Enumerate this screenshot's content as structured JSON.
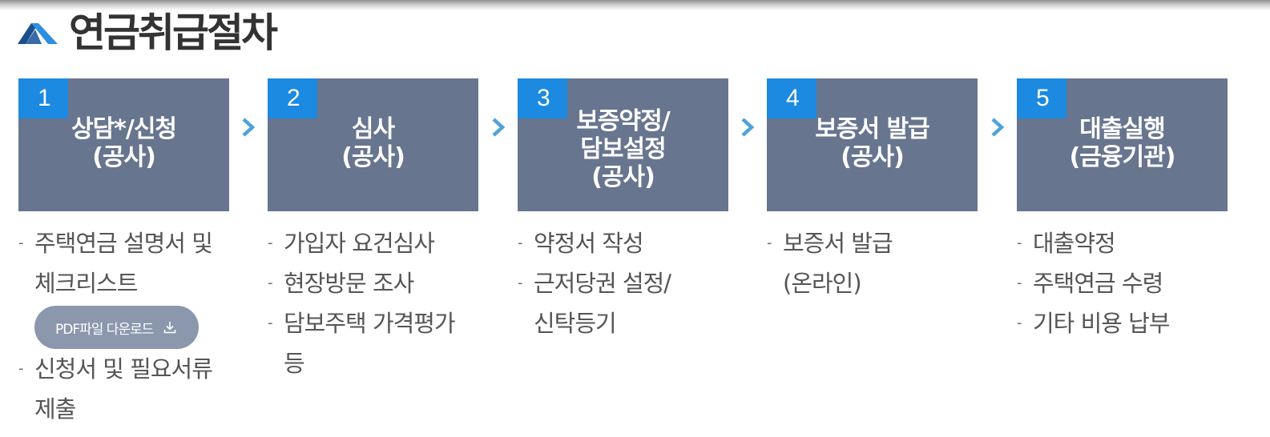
{
  "page": {
    "title": "연금취급절차",
    "logo_icon": "mountain-logo-icon"
  },
  "colors": {
    "step_bg": "#68758f",
    "number_bg": "#1b8ae0",
    "arrow": "#4fa3d8",
    "button_bg": "#8a97ad"
  },
  "steps": [
    {
      "number": "1",
      "title": "상담*/신청\n(공사)",
      "items": [
        "주택연금 설명서 및\n체크리스트",
        "신청서 및 필요서류\n제출"
      ],
      "button": {
        "label": "PDF파일 다운로드",
        "icon": "download-icon"
      }
    },
    {
      "number": "2",
      "title": "심사\n(공사)",
      "items": [
        "가입자 요건심사",
        "현장방문 조사",
        "담보주택 가격평가\n등"
      ]
    },
    {
      "number": "3",
      "title": "보증약정/\n담보설정\n(공사)",
      "items": [
        "약정서 작성",
        "근저당권 설정/\n신탁등기"
      ]
    },
    {
      "number": "4",
      "title": "보증서 발급\n(공사)",
      "items": [
        "보증서 발급\n(온라인)"
      ]
    },
    {
      "number": "5",
      "title": "대출실행\n(금융기관)",
      "items": [
        "대출약정",
        "주택연금 수령",
        "기타 비용 납부"
      ]
    }
  ]
}
